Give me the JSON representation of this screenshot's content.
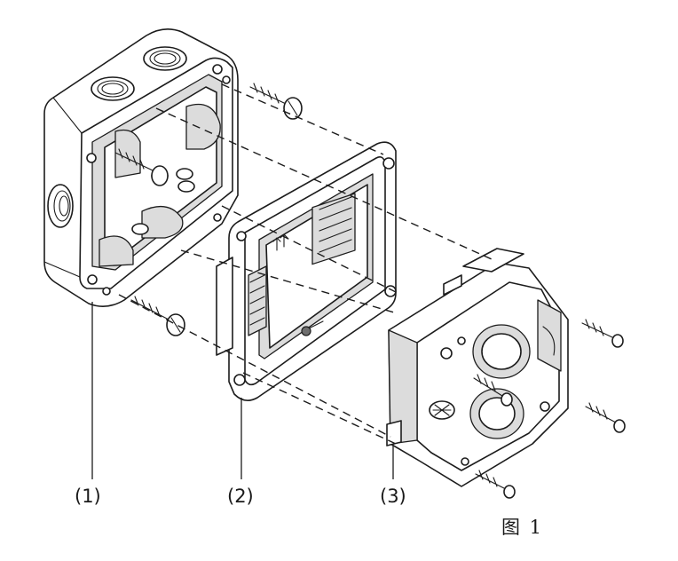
{
  "callouts": {
    "box": "(1)",
    "frame": "(2)",
    "module": "(3)"
  },
  "figure_label": "图 1"
}
